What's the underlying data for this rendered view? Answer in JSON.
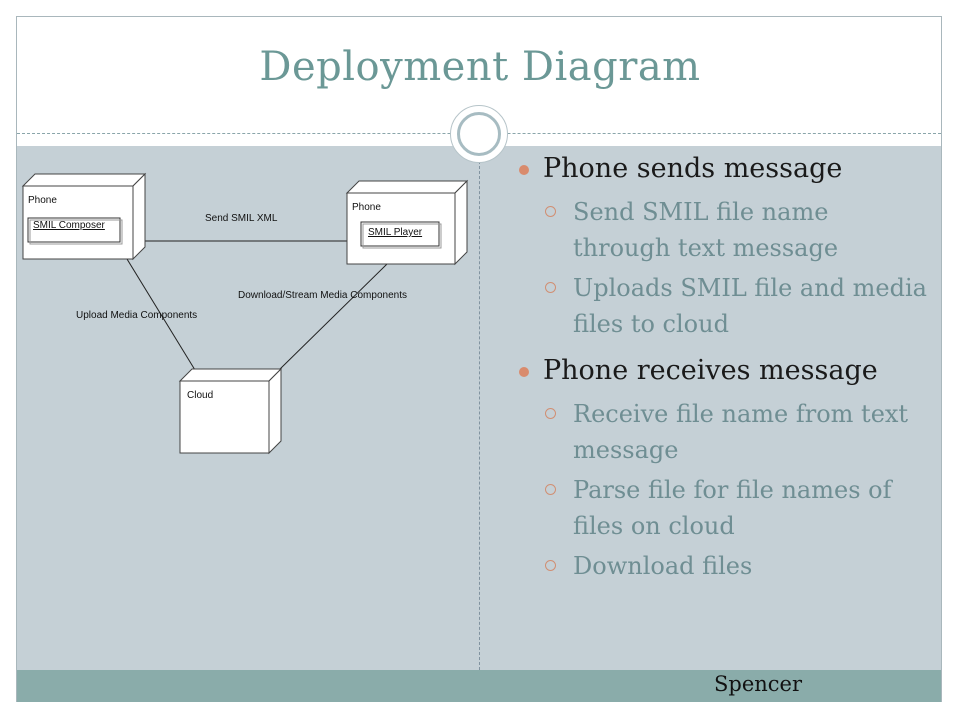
{
  "slide": {
    "title": "Deployment Diagram",
    "footer_author": "Spencer",
    "accent_colors": {
      "title": "#6b9896",
      "bullet": "#d98b6d",
      "subtext": "#6f8e93",
      "content_bg": "#c5d0d6",
      "footer_bg": "#8aacaa"
    }
  },
  "diagram": {
    "nodes": [
      {
        "label": "Phone",
        "component": "SMIL Composer"
      },
      {
        "label": "Phone",
        "component": "SMIL Player"
      },
      {
        "label": "Cloud",
        "component": ""
      }
    ],
    "edges": [
      {
        "label": "Send SMIL XML"
      },
      {
        "label": "Upload Media Components"
      },
      {
        "label": "Download/Stream Media Components"
      }
    ]
  },
  "bullets": [
    {
      "text": "Phone sends message",
      "sub": [
        {
          "text": "Send SMIL file name through text message"
        },
        {
          "text": "Uploads SMIL file and media files to cloud"
        }
      ]
    },
    {
      "text": "Phone receives message",
      "sub": [
        {
          "text": "Receive file name from text message"
        },
        {
          "text": "Parse file for file names of files on cloud"
        },
        {
          "text": "Download files"
        }
      ]
    }
  ]
}
